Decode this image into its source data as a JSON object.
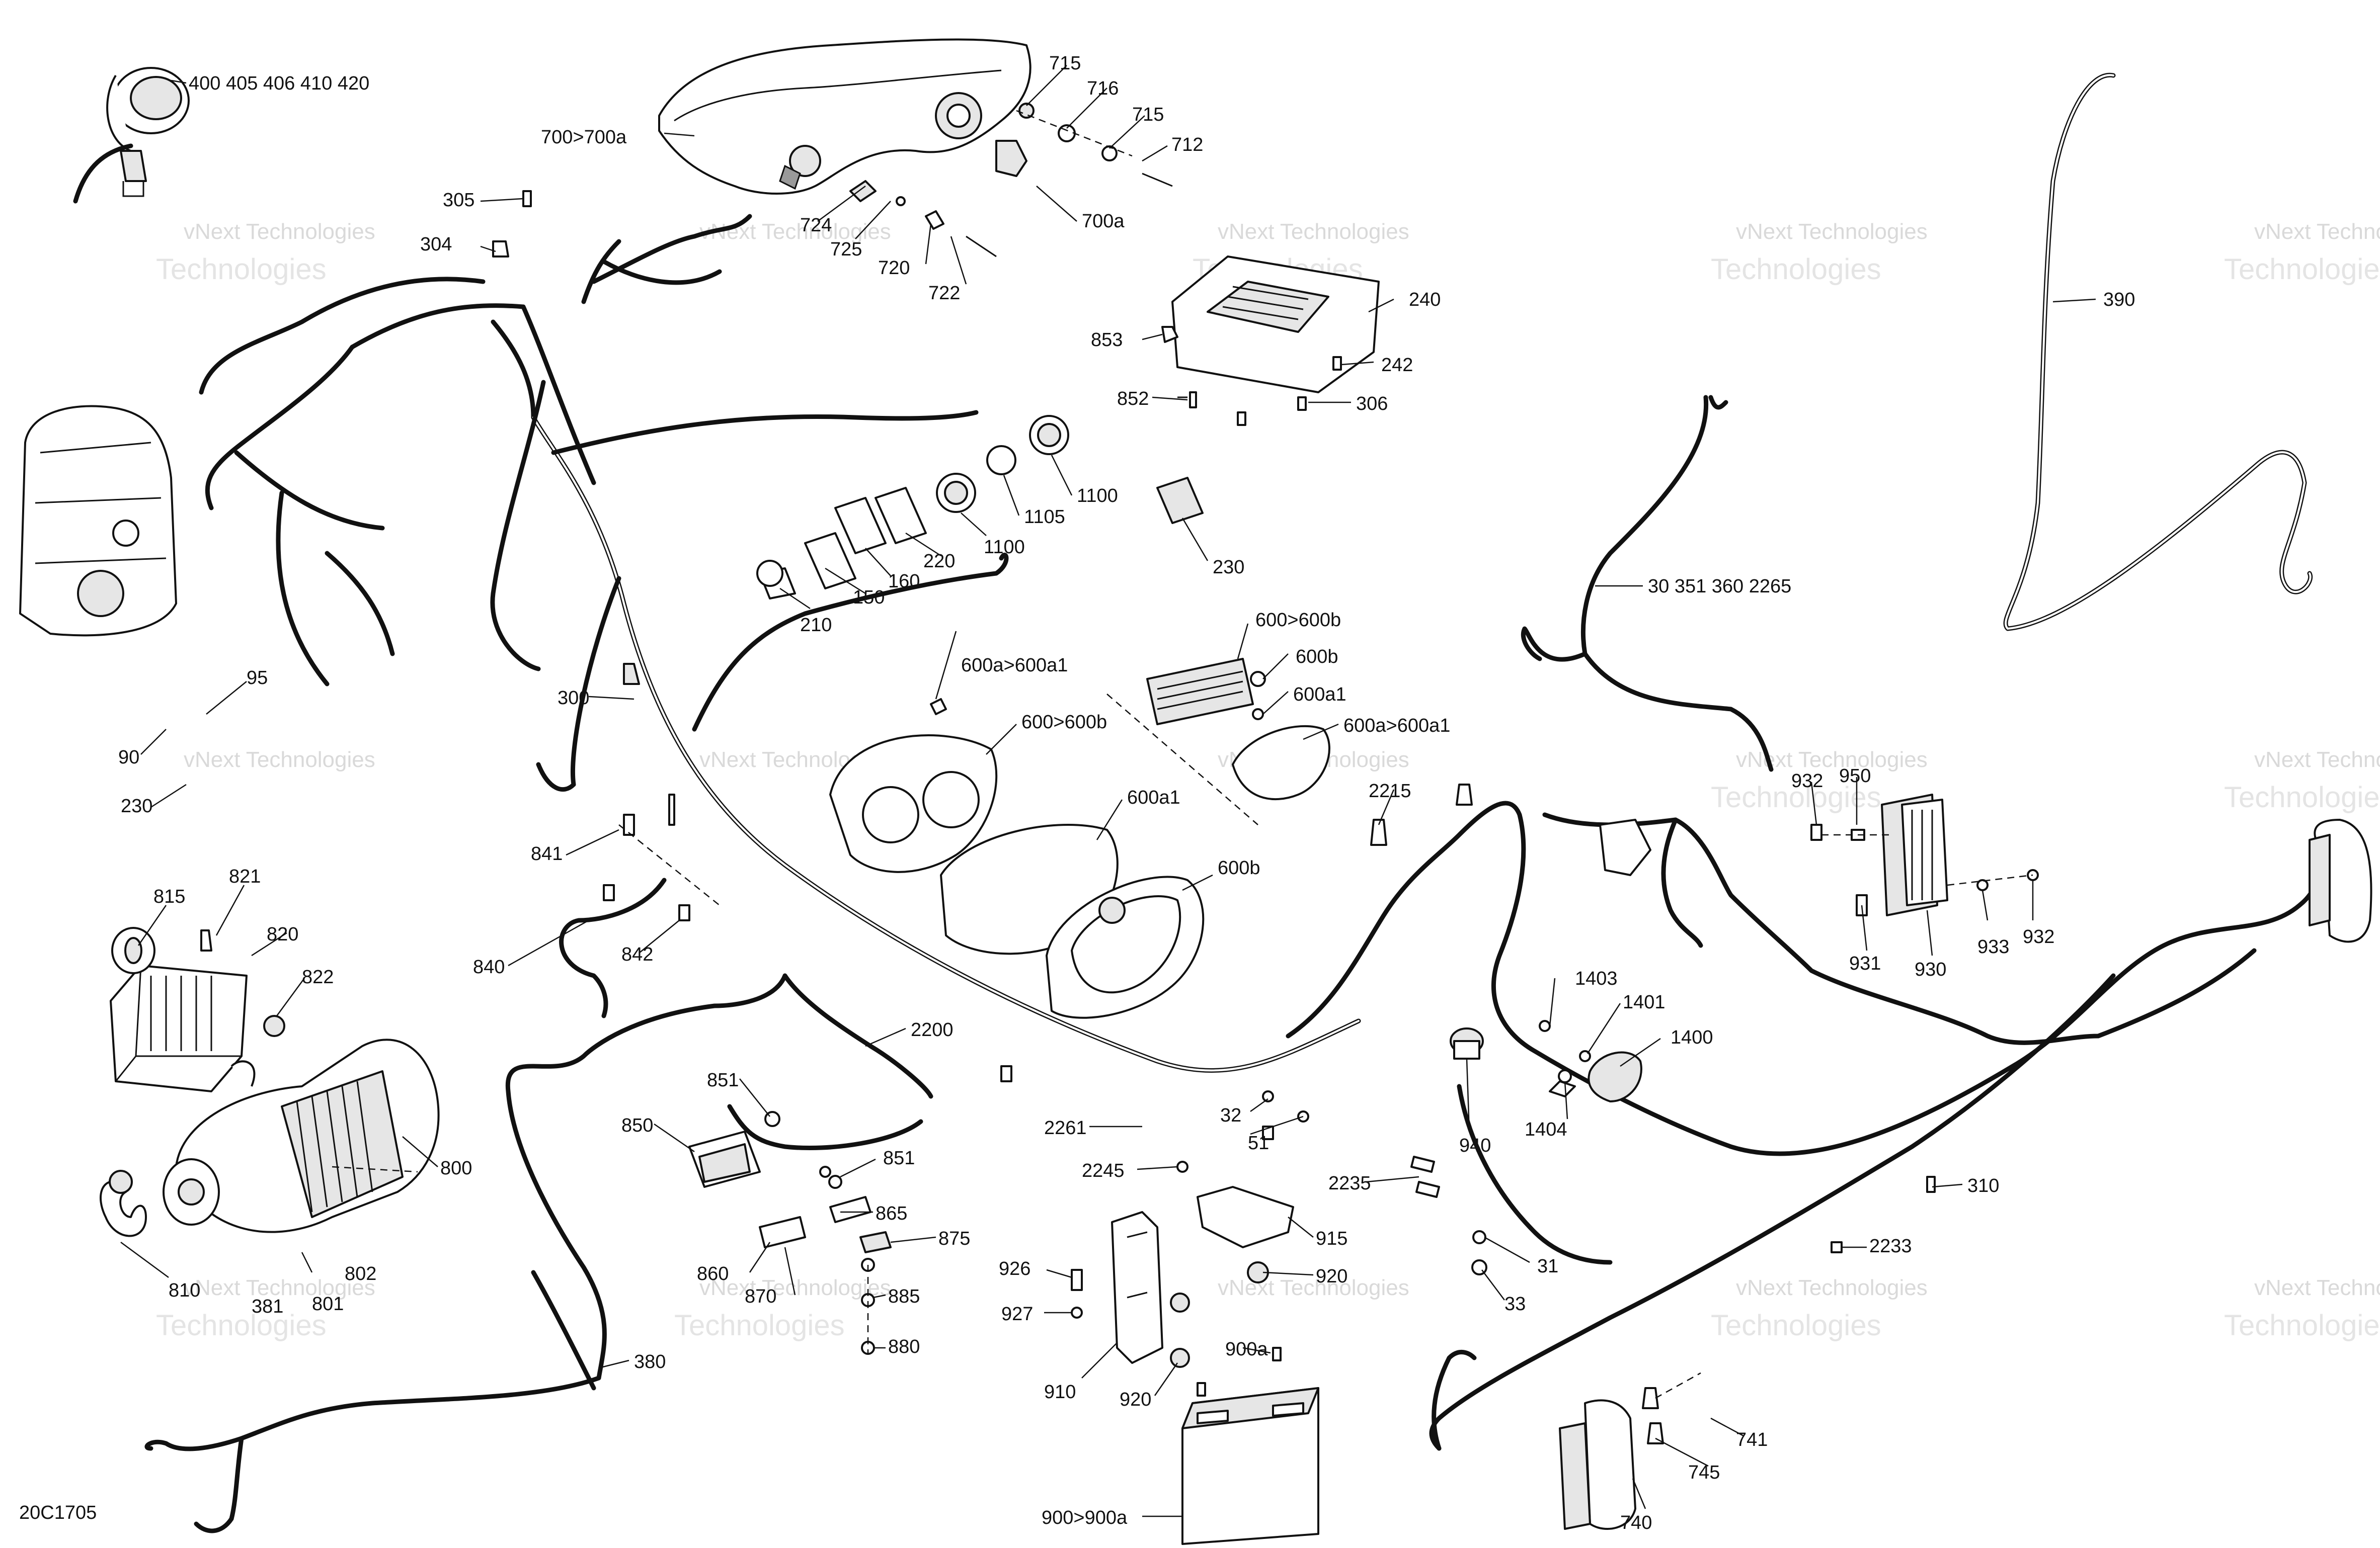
{
  "diagram_code": "20C1705",
  "watermark": {
    "line1": "vNext Technologies",
    "line2": "Technologies"
  },
  "callouts": {
    "c400": "400 405 406 410 420",
    "c715a": "715",
    "c716": "716",
    "c715b": "715",
    "c712": "712",
    "c700_700a": "700>700a",
    "c700a": "700a",
    "c305": "305",
    "c304": "304",
    "c724": "724",
    "c725": "725",
    "c720": "720",
    "c722": "722",
    "c240": "240",
    "c853": "853",
    "c242": "242",
    "c852": "852",
    "c306": "306",
    "c390": "390",
    "c1100a": "1100",
    "c1105": "1105",
    "c1100b": "1100",
    "c230a": "230",
    "c220": "220",
    "c160": "160",
    "c150": "150",
    "c210": "210",
    "c30": "30 351 360 2265",
    "c600_600b_a": "600>600b",
    "c600b_a": "600b",
    "c600a1_a": "600a1",
    "c600a_600a1_a": "600a>600a1",
    "c600a_600a1_b": "600a>600a1",
    "c600_600b_b": "600>600b",
    "c600a1_b": "600a1",
    "c600b_b": "600b",
    "c95": "95",
    "c90": "90",
    "c230b": "230",
    "c300": "300",
    "c2215": "2215",
    "c932a": "932",
    "c950": "950",
    "c931": "931",
    "c930": "930",
    "c933": "933",
    "c932b": "932",
    "c841": "841",
    "c840": "840",
    "c842": "842",
    "c815": "815",
    "c821": "821",
    "c820": "820",
    "c822": "822",
    "c800": "800",
    "c810": "810",
    "c381": "381",
    "c801": "801",
    "c802": "802",
    "c2200": "2200",
    "c851a": "851",
    "c850": "850",
    "c851b": "851",
    "c865": "865",
    "c875": "875",
    "c860": "860",
    "c870": "870",
    "c885": "885",
    "c880": "880",
    "c380": "380",
    "c1403": "1403",
    "c1401": "1401",
    "c1400": "1400",
    "c1404": "1404",
    "c940": "940",
    "c32": "32",
    "c51": "51",
    "c2261": "2261",
    "c2245": "2245",
    "c2235": "2235",
    "c310": "310",
    "c915": "915",
    "c920a": "920",
    "c926": "926",
    "c927": "927",
    "c910": "910",
    "c920b": "920",
    "c900a": "900a",
    "c900_900a": "900>900a",
    "c31": "31",
    "c33": "33",
    "c2233": "2233",
    "c741": "741",
    "c745": "745",
    "c740": "740"
  }
}
